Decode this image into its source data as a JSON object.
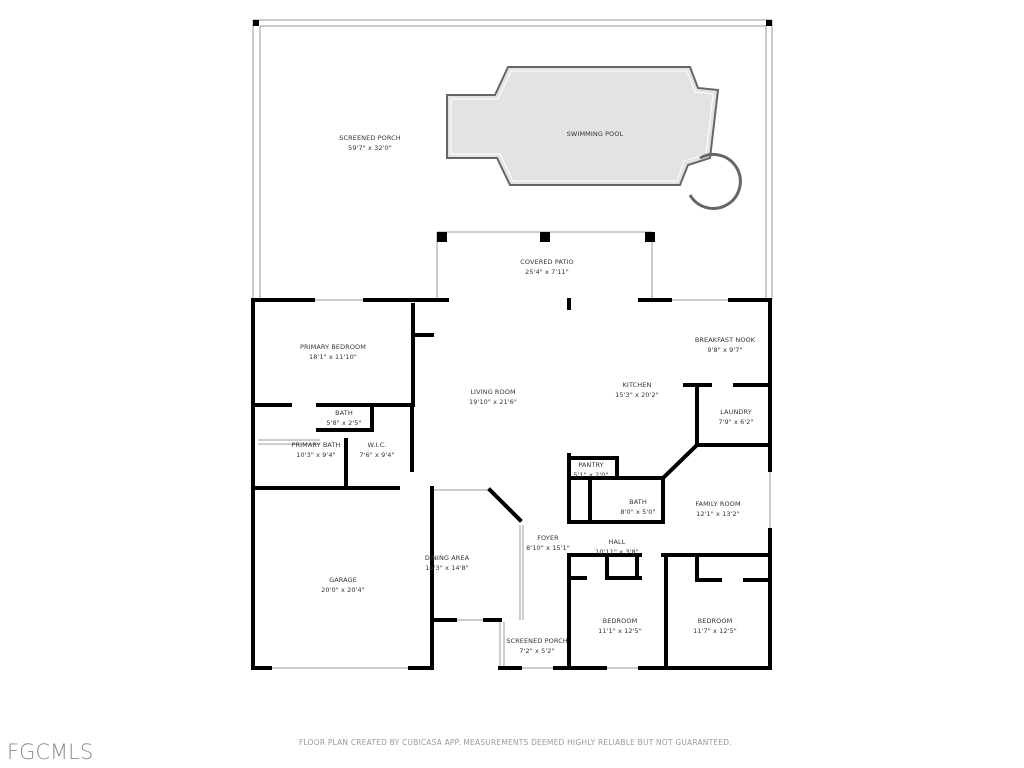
{
  "rooms": [
    {
      "id": "screened-porch",
      "name": "SCREENED PORCH",
      "dims": "59'7\" x 32'0\""
    },
    {
      "id": "swimming-pool",
      "name": "SWIMMING POOL",
      "dims": ""
    },
    {
      "id": "covered-patio",
      "name": "COVERED PATIO",
      "dims": "25'4\" x 7'11\""
    },
    {
      "id": "primary-bedroom",
      "name": "PRIMARY BEDROOM",
      "dims": "18'1\" x 11'10\""
    },
    {
      "id": "bath-primary",
      "name": "BATH",
      "dims": "5'8\" x 2'5\""
    },
    {
      "id": "primary-bath",
      "name": "PRIMARY BATH",
      "dims": "10'3\" x 9'4\""
    },
    {
      "id": "wic",
      "name": "W.I.C.",
      "dims": "7'6\" x 9'4\""
    },
    {
      "id": "living-room",
      "name": "LIVING ROOM",
      "dims": "19'10\" x 21'6\""
    },
    {
      "id": "kitchen",
      "name": "KITCHEN",
      "dims": "15'3\" x 20'2\""
    },
    {
      "id": "breakfast-nook",
      "name": "BREAKFAST NOOK",
      "dims": "9'8\" x 9'7\""
    },
    {
      "id": "laundry",
      "name": "LAUNDRY",
      "dims": "7'9\" x 6'2\""
    },
    {
      "id": "pantry",
      "name": "PANTRY",
      "dims": "5'1\" x 2'0\""
    },
    {
      "id": "bath",
      "name": "BATH",
      "dims": "8'0\" x 5'0\""
    },
    {
      "id": "family-room",
      "name": "FAMILY ROOM",
      "dims": "12'1\" x 13'2\""
    },
    {
      "id": "hall",
      "name": "HALL",
      "dims": "10'11\" x 3'8\""
    },
    {
      "id": "foyer",
      "name": "FOYER",
      "dims": "8'10\" x 15'1\""
    },
    {
      "id": "dining-area",
      "name": "DINING AREA",
      "dims": "10'3\" x 14'8\""
    },
    {
      "id": "garage",
      "name": "GARAGE",
      "dims": "20'0\" x 20'4\""
    },
    {
      "id": "screened-porch-front",
      "name": "SCREENED PORCH",
      "dims": "7'2\" x 5'2\""
    },
    {
      "id": "bedroom-1",
      "name": "BEDROOM",
      "dims": "11'1\" x 12'5\""
    },
    {
      "id": "bedroom-2",
      "name": "BEDROOM",
      "dims": "11'7\" x 12'5\""
    }
  ],
  "footer": "FLOOR PLAN CREATED BY CUBICASA APP. MEASUREMENTS DEEMED HIGHLY RELIABLE BUT NOT GUARANTEED.",
  "logo": "FGCMLS",
  "colors": {
    "wall": "#000000",
    "pool": "#e3e3e3",
    "thin": "#9a9a9a"
  }
}
